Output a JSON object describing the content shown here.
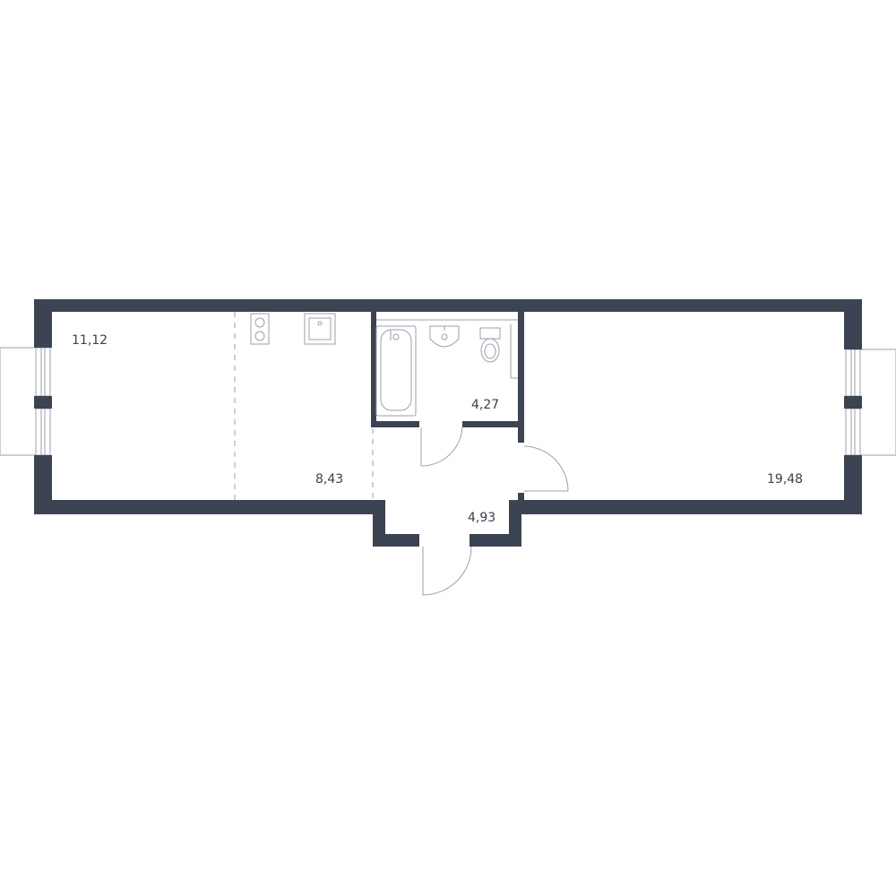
{
  "rooms": {
    "kitchen_living": {
      "area": "11,12"
    },
    "kitchen_zone": {
      "area": "8,43"
    },
    "bathroom": {
      "area": "4,27"
    },
    "hallway": {
      "area": "4,93"
    },
    "bedroom": {
      "area": "19,48"
    }
  },
  "icons": {
    "stove": "stove-icon",
    "kitchen_sink": "kitchen-sink-icon",
    "bathtub": "bathtub-icon",
    "washbasin": "washbasin-icon",
    "toilet": "toilet-icon"
  },
  "colors": {
    "wall": "#3c4352",
    "line": "#9aa0ab",
    "text": "#3a3f4b"
  }
}
